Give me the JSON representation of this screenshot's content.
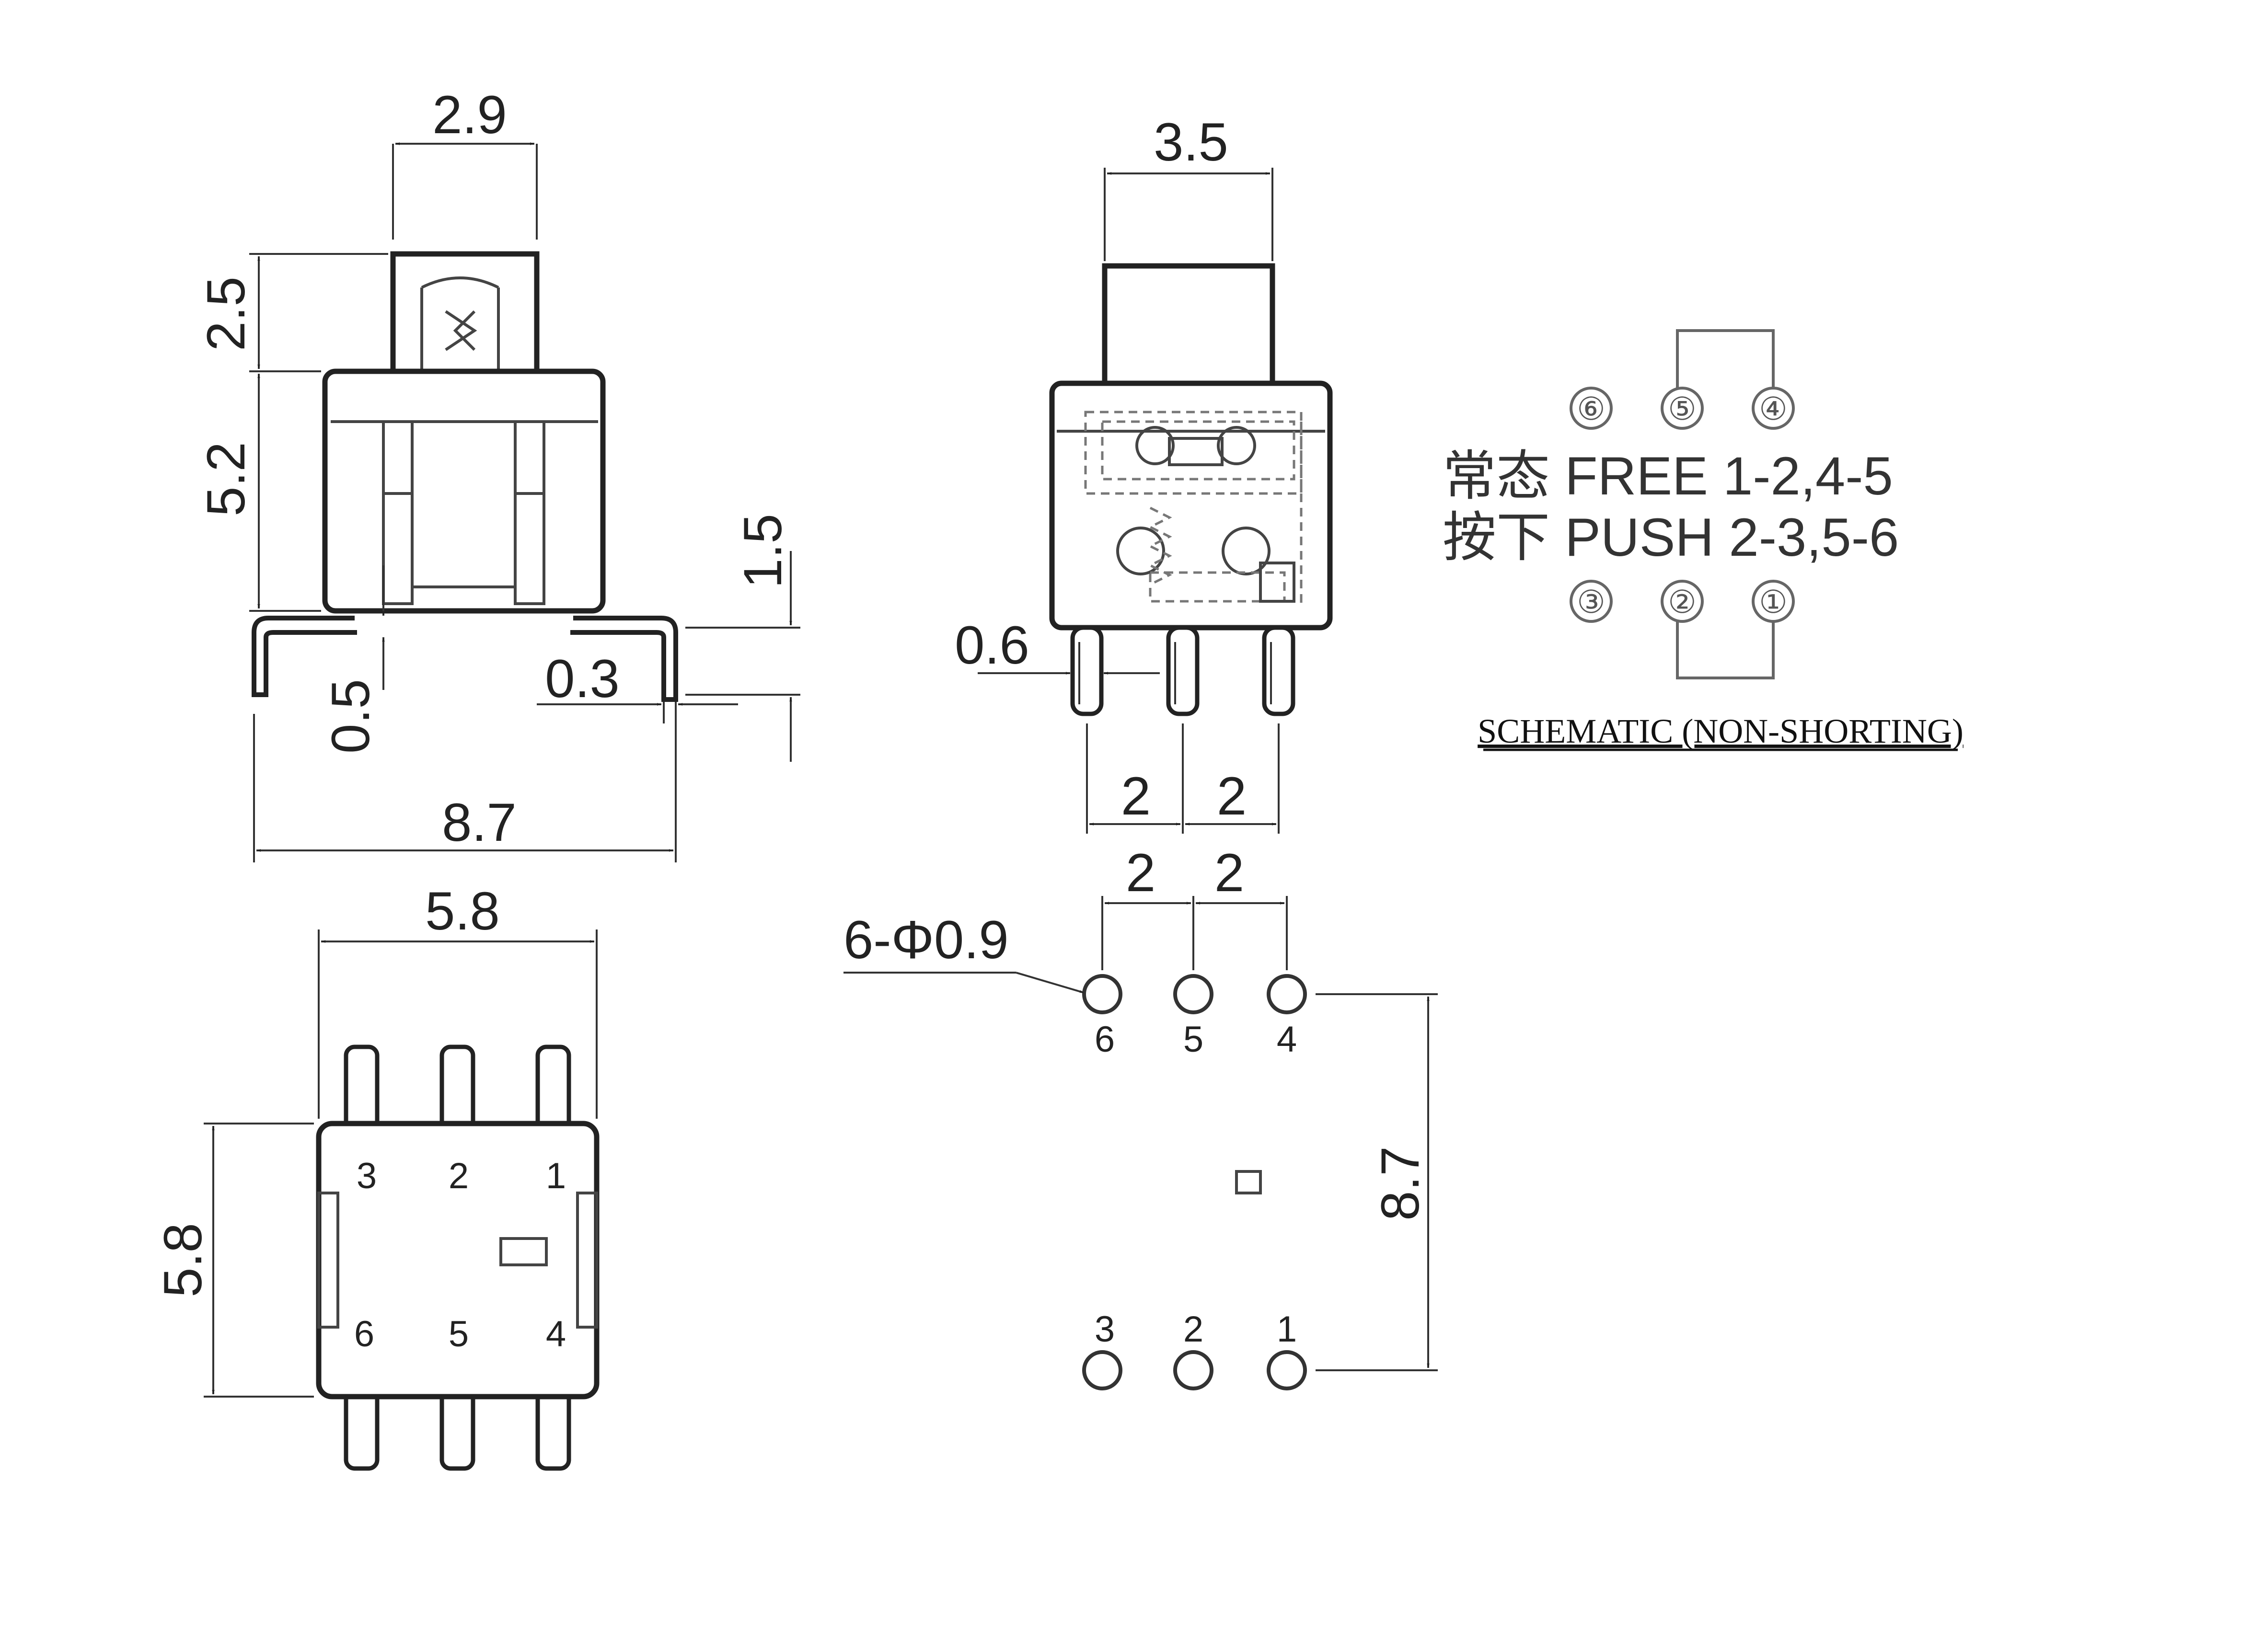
{
  "views": {
    "side": {
      "dim_plunger_width": "2.9",
      "dim_plunger_height": "2.5",
      "dim_body_height": "5.2",
      "dim_lead_height": "1.5",
      "dim_lead_offset": "0.5",
      "dim_lead_thickness": "0.3",
      "dim_overall_width": "8.7"
    },
    "front": {
      "dim_plunger_width": "3.5",
      "dim_pin_width": "0.6",
      "dim_pitch_left": "2",
      "dim_pitch_right": "2"
    },
    "bottom": {
      "dim_width": "5.8",
      "dim_height": "5.8",
      "pin_labels_top": [
        "3",
        "2",
        "1"
      ],
      "pin_labels_bottom": [
        "6",
        "5",
        "4"
      ]
    },
    "footprint": {
      "dim_pitch_left": "2",
      "dim_pitch_right": "2",
      "hole_callout": "6-Φ0.9",
      "dim_row_spacing": "8.7",
      "pin_labels_top": [
        "6",
        "5",
        "4"
      ],
      "pin_labels_bottom": [
        "3",
        "2",
        "1"
      ]
    }
  },
  "schematic": {
    "top_pins": [
      "⑥",
      "⑤",
      "④"
    ],
    "bottom_pins": [
      "③",
      "②",
      "①"
    ],
    "line_free": "常态 FREE 1-2,4-5",
    "line_push": "按下 PUSH 2-3,5-6",
    "caption": "SCHEMATIC (NON-SHORTING)"
  },
  "colors": {
    "line": "#222222",
    "background": "#ffffff"
  }
}
